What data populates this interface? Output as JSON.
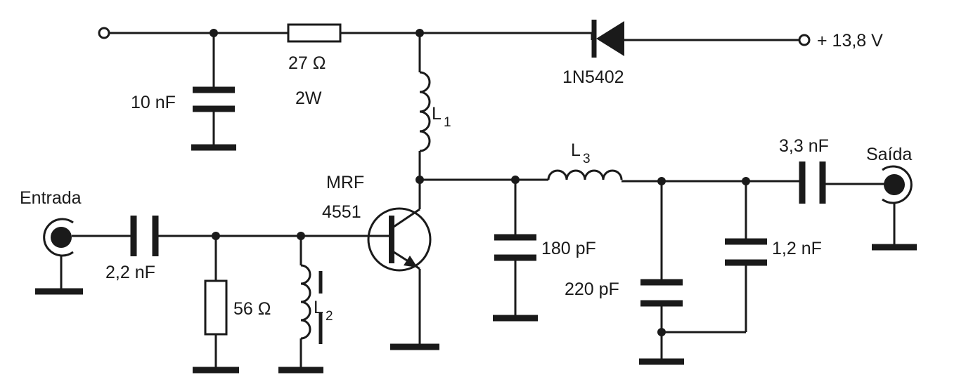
{
  "labels": {
    "supply_voltage": "+ 13,8 V",
    "diode": "1N5402",
    "resistor_series_value": "27 Ω",
    "resistor_series_power": "2W",
    "cap_supply": "10 nF",
    "inductor_1": "L",
    "inductor_1_sub": "1",
    "inductor_2": "L",
    "inductor_2_sub": "2",
    "inductor_3": "L",
    "inductor_3_sub": "3",
    "transistor_line1": "MRF",
    "transistor_line2": "4551",
    "input": "Entrada",
    "output": "Saída",
    "cap_input": "2,2 nF",
    "resistor_bias": "56 Ω",
    "cap_180": "180 pF",
    "cap_220": "220 pF",
    "cap_1_2": "1,2 nF",
    "cap_output": "3,3 nF"
  }
}
